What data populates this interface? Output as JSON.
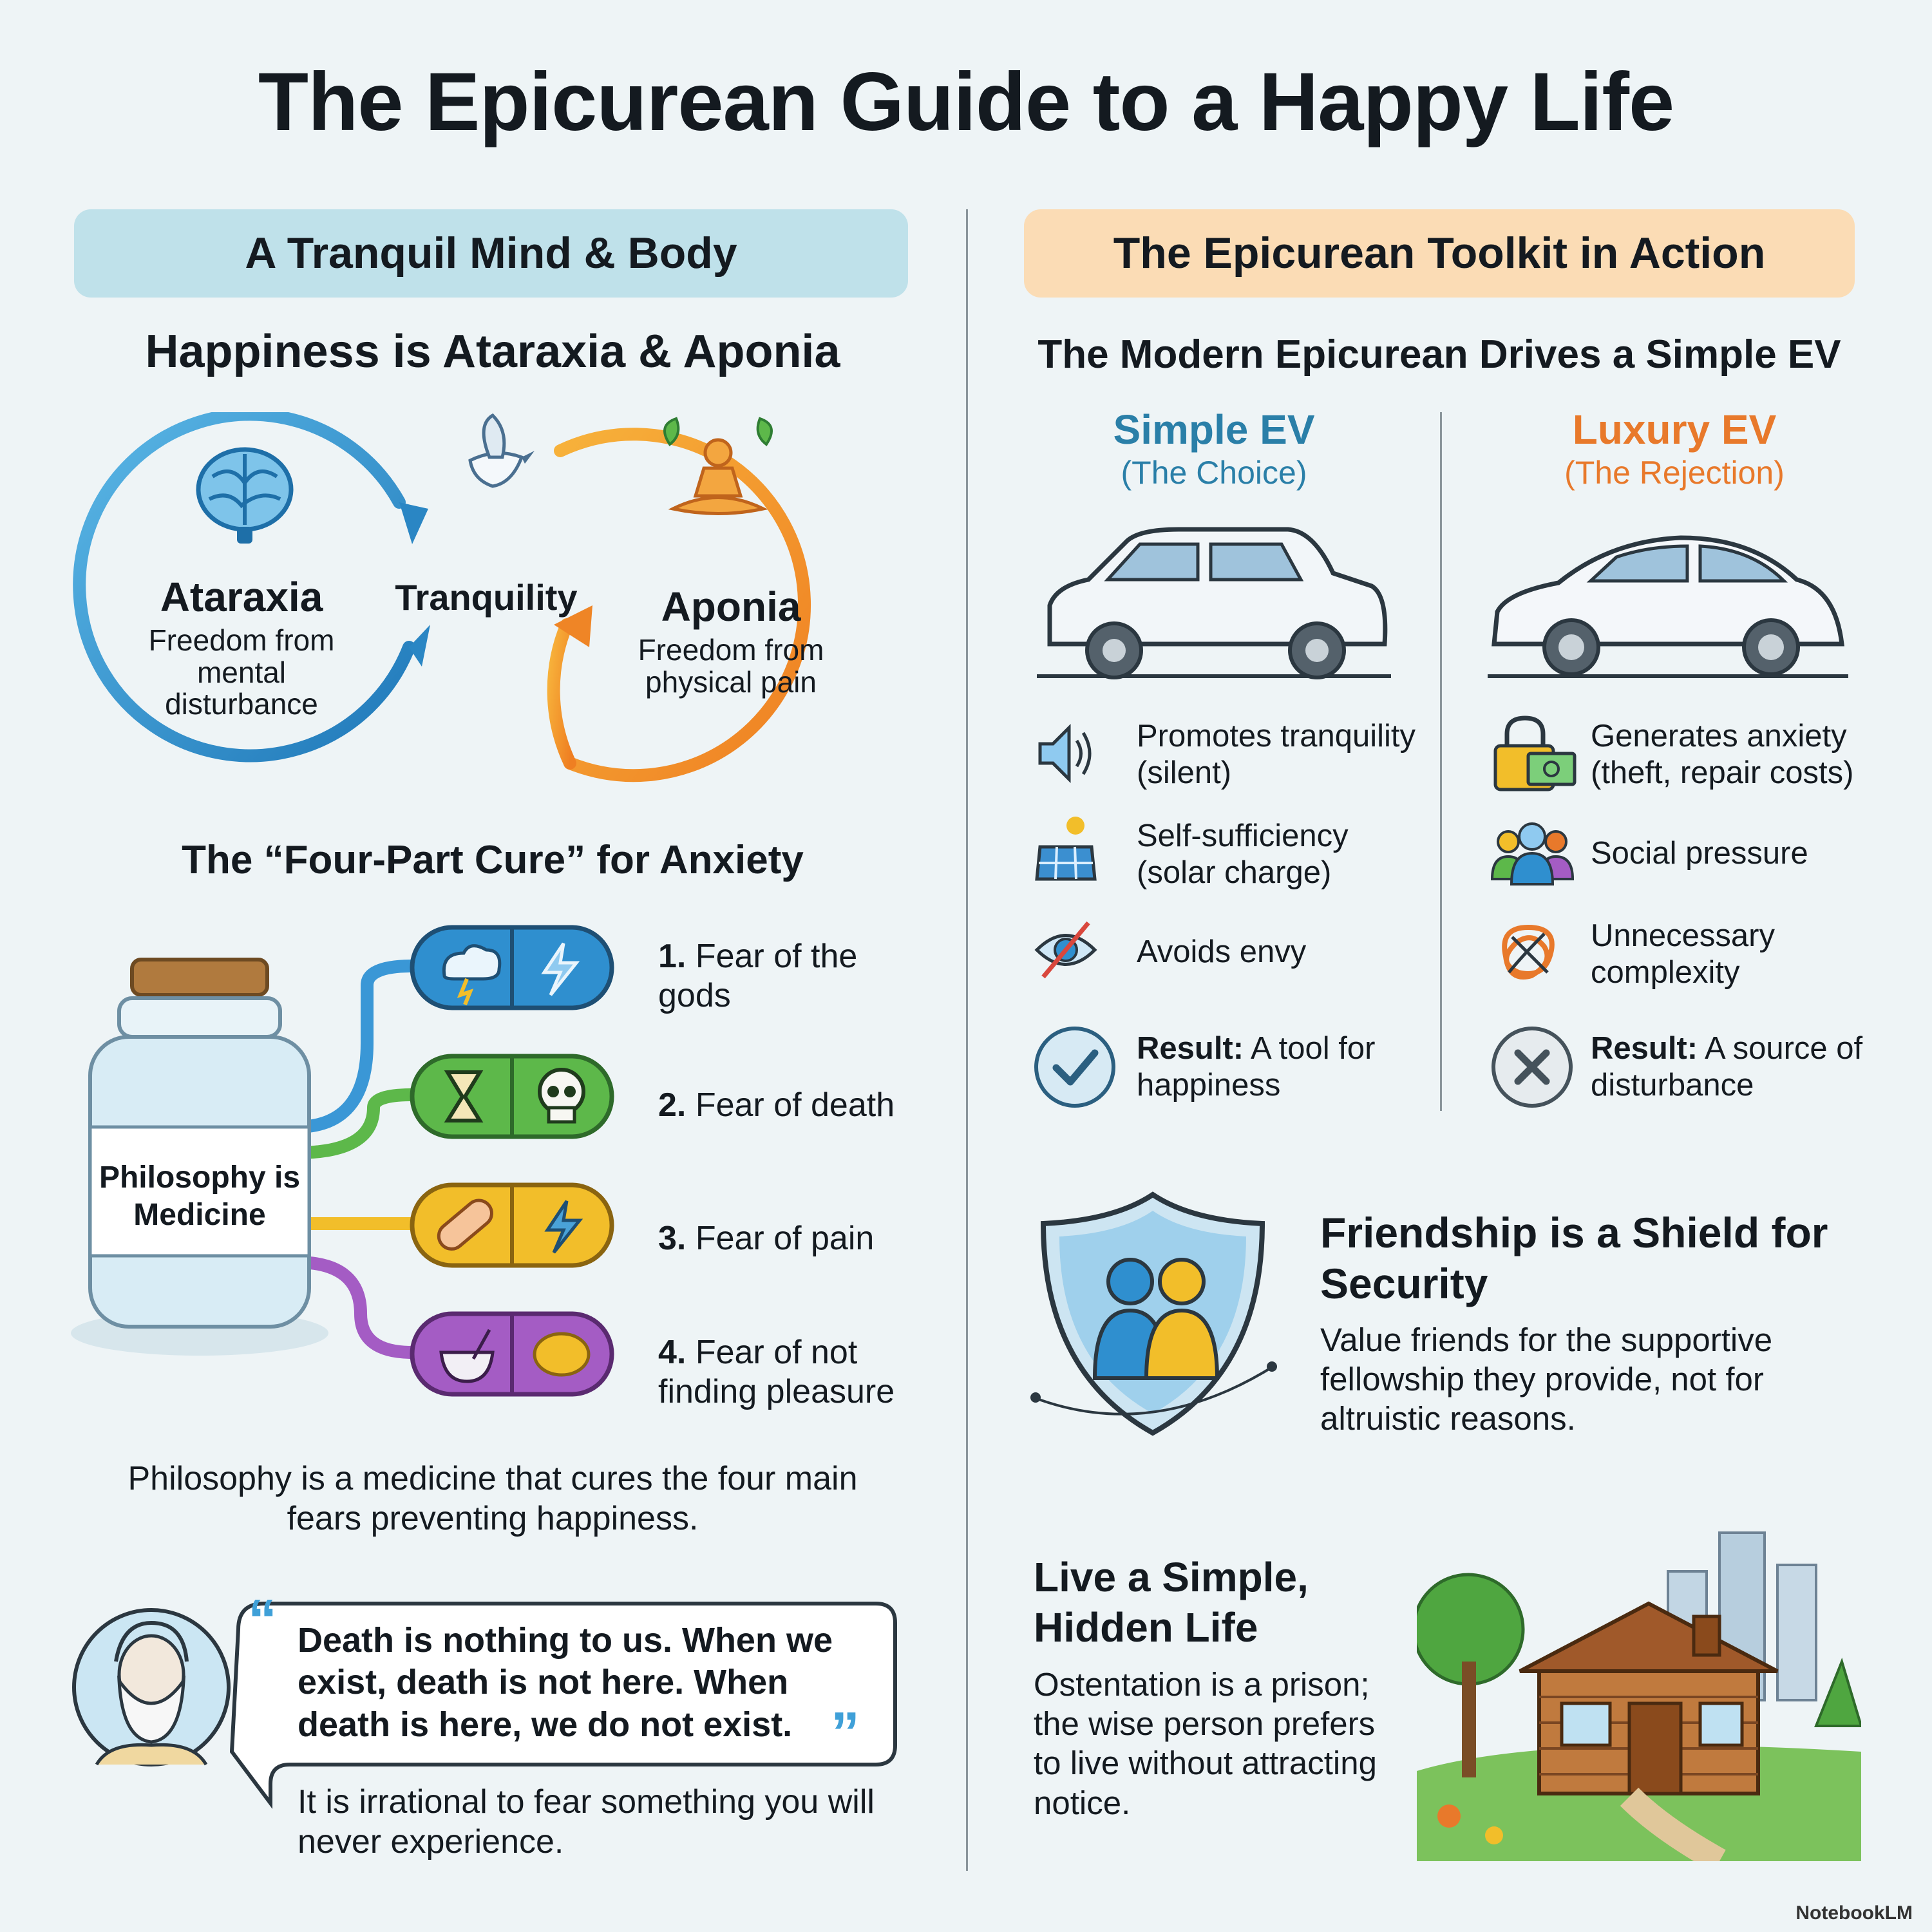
{
  "title": "The Epicurean Guide to a Happy Life",
  "left": {
    "band": "A Tranquil Mind & Body",
    "heading": "Happiness is Ataraxia & Aponia",
    "cycle": {
      "ataraxia": {
        "name": "Ataraxia",
        "desc": "Freedom from mental disturbance"
      },
      "center": "Tranquility",
      "aponia": {
        "name": "Aponia",
        "desc": "Freedom from physical pain"
      }
    },
    "cure": {
      "heading": "The “Four-Part Cure” for Anxiety",
      "bottle": "Philosophy is Medicine",
      "items": [
        {
          "num": "1.",
          "text": "Fear of the gods"
        },
        {
          "num": "2.",
          "text": "Fear of death"
        },
        {
          "num": "3.",
          "text": "Fear of pain"
        },
        {
          "num": "4.",
          "text": "Fear of not finding pleasure"
        }
      ],
      "caption": "Philosophy is a medicine that cures the four main fears preventing happiness."
    },
    "quote": {
      "text": "Death is nothing to us. When we exist, death is not here. When death is here, we do not exist.",
      "note": "It is irrational to fear something you will never experience.",
      "open_mark": "“",
      "close_mark": "”"
    }
  },
  "right": {
    "band": "The Epicurean Toolkit in Action",
    "heading": "The Modern Epicurean Drives a Simple EV",
    "simple": {
      "title": "Simple EV",
      "subtitle": "(The Choice)",
      "features": [
        "Promotes tranquility (silent)",
        "Self-sufficiency (solar charge)",
        "Avoids envy"
      ],
      "result_label": "Result:",
      "result_text": "A tool for happiness"
    },
    "luxury": {
      "title": "Luxury EV",
      "subtitle": "(The Rejection)",
      "features": [
        "Generates anxiety (theft, repair costs)",
        "Social pressure",
        "Unnecessary complexity"
      ],
      "result_label": "Result:",
      "result_text": "A source of disturbance"
    },
    "friendship": {
      "title": "Friendship is a Shield for Security",
      "text": "Value friends for the supportive fellowship they provide, not for altruistic reasons."
    },
    "hidden": {
      "title": "Live a Simple, Hidden Life",
      "text": "Ostentation is a prison; the wise person prefers to live without attracting notice."
    }
  },
  "brand": "NotebookLM",
  "colors": {
    "background": "#eef4f6",
    "blue": "#2f8fcf",
    "orange": "#f39a2a",
    "green": "#5db84a",
    "yellow": "#f2be2a",
    "purple": "#a45cc4",
    "simple_ev": "#2a7fa8",
    "luxury_ev": "#e8792b",
    "left_band": "#bfe1ea",
    "right_band": "#fbdcb5"
  },
  "icons": [
    "brain-icon",
    "dove-icon",
    "meditation-icon",
    "storm-cloud-icon",
    "lightning-icon",
    "hourglass-icon",
    "skull-icon",
    "bandage-icon",
    "bowl-icon",
    "coin-icon",
    "speaker-icon",
    "solar-panel-icon",
    "crossed-eye-icon",
    "check-icon",
    "lock-icon",
    "people-icon",
    "tangle-icon",
    "x-icon",
    "shield-icon",
    "cabin-icon",
    "philosopher-icon"
  ]
}
